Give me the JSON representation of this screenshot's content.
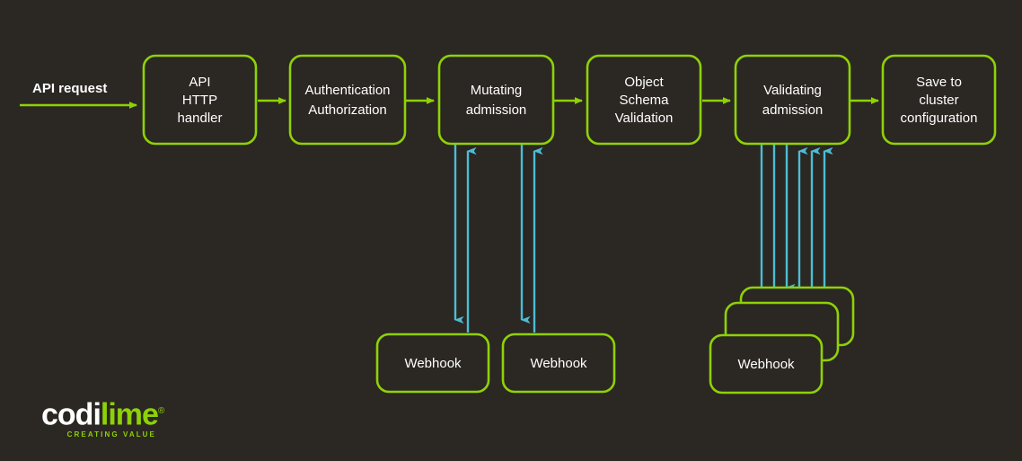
{
  "theme": {
    "background": "#2b2723",
    "accent_green": "#8ed107",
    "accent_cyan": "#4cbdd4",
    "text": "#ffffff"
  },
  "diagram": {
    "title_label": "API request",
    "pipeline": [
      {
        "id": "api-http-handler",
        "lines": [
          "API",
          "HTTP",
          "handler"
        ]
      },
      {
        "id": "authentication",
        "lines": [
          "Authentication",
          "Authorization"
        ]
      },
      {
        "id": "mutating-admission",
        "lines": [
          "Mutating",
          "admission"
        ]
      },
      {
        "id": "object-schema",
        "lines": [
          "Object",
          "Schema",
          "Validation"
        ]
      },
      {
        "id": "validating-admission",
        "lines": [
          "Validating",
          "admission"
        ]
      },
      {
        "id": "save-to-cluster",
        "lines": [
          "Save to",
          "cluster",
          "configuration"
        ]
      }
    ],
    "webhooks": [
      {
        "id": "webhook-mutating-1",
        "label": "Webhook",
        "stack": 1
      },
      {
        "id": "webhook-mutating-2",
        "label": "Webhook",
        "stack": 1
      },
      {
        "id": "webhook-validating-1",
        "label": "Webhook",
        "stack": 3
      }
    ]
  },
  "logo": {
    "part_white": "codi",
    "part_green": "lime",
    "registered": "®",
    "tagline": "CREATING VALUE"
  }
}
